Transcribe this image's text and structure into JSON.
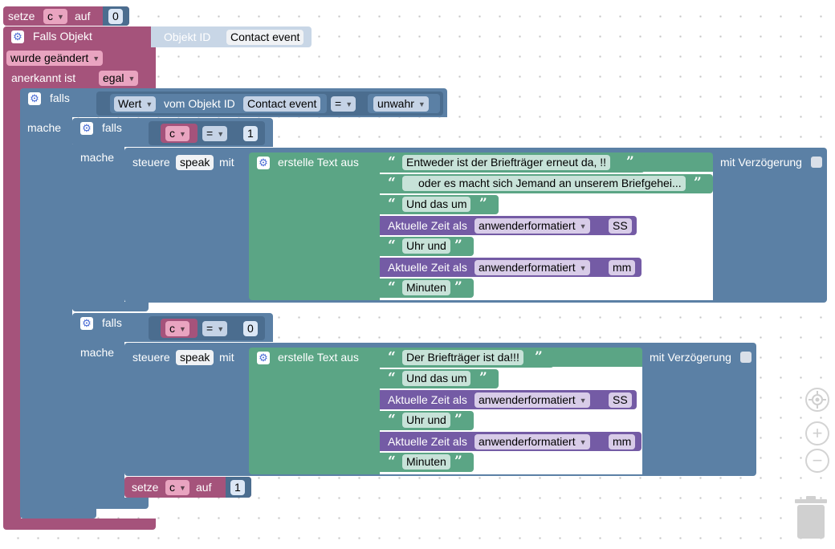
{
  "blocks": {
    "set_c_top": {
      "label": "setze",
      "var": "c",
      "to": "auf",
      "value": "0"
    },
    "trigger": {
      "title": "Falls Objekt",
      "objekt_id_label": "Objekt ID",
      "objekt_id_value": "Contact event",
      "changed": "wurde geändert",
      "ack_label": "anerkannt ist",
      "ack_value": "egal"
    },
    "if1": {
      "falls": "falls",
      "mache": "mache",
      "wert": "Wert",
      "vom": "vom Objekt ID",
      "obj": "Contact event",
      "op": "=",
      "val": "unwahr"
    },
    "if2": {
      "falls": "falls",
      "mache": "mache",
      "var": "c",
      "op": "=",
      "num": "1"
    },
    "if3": {
      "falls": "falls",
      "mache": "mache",
      "var": "c",
      "op": "=",
      "num": "0"
    },
    "speak1": {
      "steuere": "steuere",
      "target": "speak",
      "mit": "mit",
      "text_join": "erstelle Text aus",
      "delay": "mit Verzögerung",
      "items": [
        "Entweder ist der Briefträger erneut da, !!",
        "oder es macht sich Jemand an unserem Briefgehei...",
        "Und das um",
        "Uhr und",
        "Minuten"
      ],
      "time1": {
        "label": "Aktuelle Zeit als",
        "format": "anwenderformatiert",
        "value": "SS"
      },
      "time2": {
        "label": "Aktuelle Zeit als",
        "format": "anwenderformatiert",
        "value": "mm"
      }
    },
    "speak2": {
      "steuere": "steuere",
      "target": "speak",
      "mit": "mit",
      "text_join": "erstelle Text aus",
      "delay": "mit Verzögerung",
      "items": [
        "Der Briefträger ist da!!!",
        "Und das um",
        "Uhr und",
        "Minuten"
      ],
      "time1": {
        "label": "Aktuelle Zeit als",
        "format": "anwenderformatiert",
        "value": "SS"
      },
      "time2": {
        "label": "Aktuelle Zeit als",
        "format": "anwenderformatiert",
        "value": "mm"
      }
    },
    "set_c_bottom": {
      "label": "setze",
      "var": "c",
      "to": "auf",
      "value": "1"
    }
  },
  "colors": {
    "variable": "#a5537b",
    "logic": "#5b80a5",
    "text": "#5ba585",
    "time": "#745ba5"
  },
  "icons": {
    "gear": "gear-icon",
    "dropdown": "dropdown-arrow-icon",
    "quote": "quote-icon",
    "recenter": "recenter-icon",
    "zoom_in": "zoom-in-icon",
    "zoom_out": "zoom-out-icon",
    "trash": "trash-icon"
  }
}
